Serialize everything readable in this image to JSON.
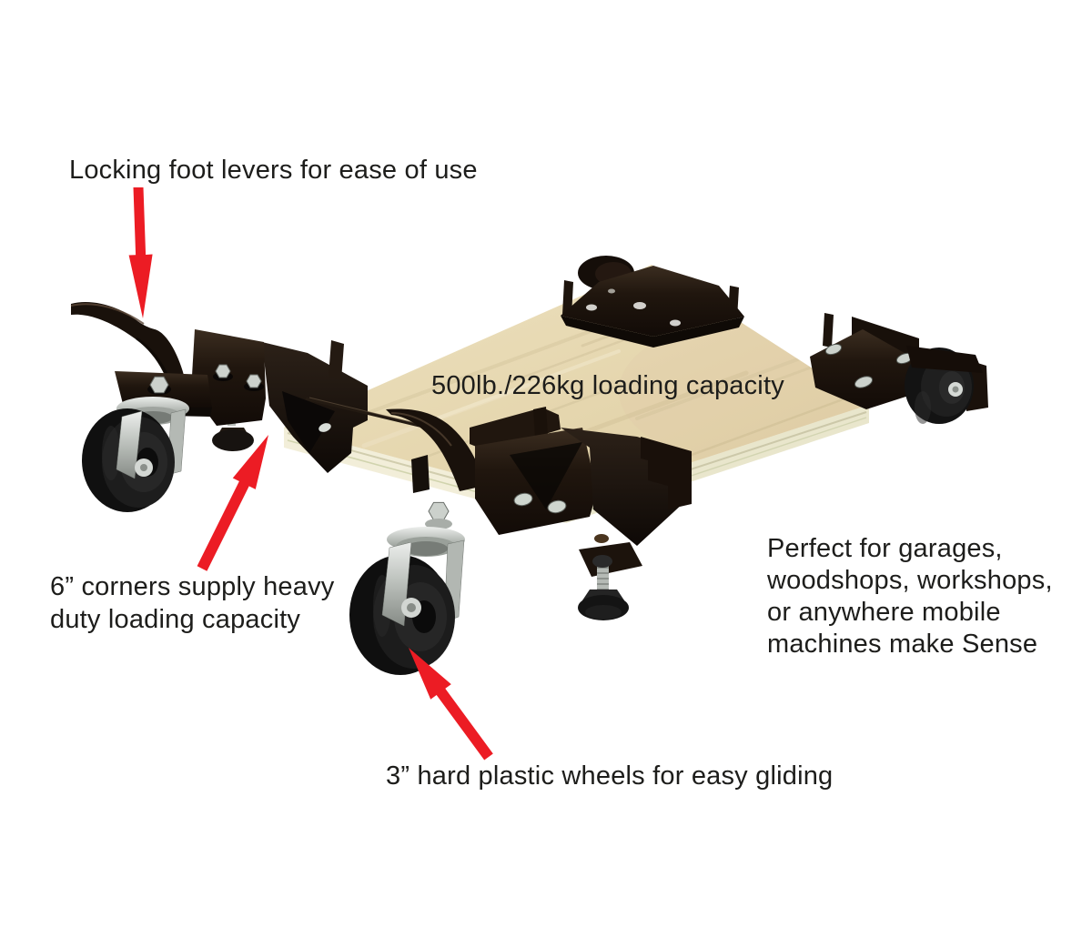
{
  "colors": {
    "background": "#ffffff",
    "text": "#1d1d1b",
    "arrow_red": "#ec1c24",
    "board_top": "#e7d8b2",
    "board_edge": "#f1edd9",
    "metal_black": "#1a120c",
    "metal_silver": "#c6cbc6",
    "wheel_black": "#1a1a1a"
  },
  "labels": {
    "locking": "Locking foot levers for ease of use",
    "capacity": "500lb./226kg loading capacity",
    "corners_line1": "6” corners supply heavy",
    "corners_line2": "duty loading capacity",
    "perfect_line1": "Perfect for garages,",
    "perfect_line2": "woodshops, workshops,",
    "perfect_line3": "or anywhere mobile",
    "perfect_line4": "machines make Sense",
    "wheels": "3” hard plastic wheels for easy gliding"
  },
  "product": {
    "description": "Mobile machine base dolly: plywood platform, locking swivel casters, steel corner brackets, leveling feet"
  }
}
